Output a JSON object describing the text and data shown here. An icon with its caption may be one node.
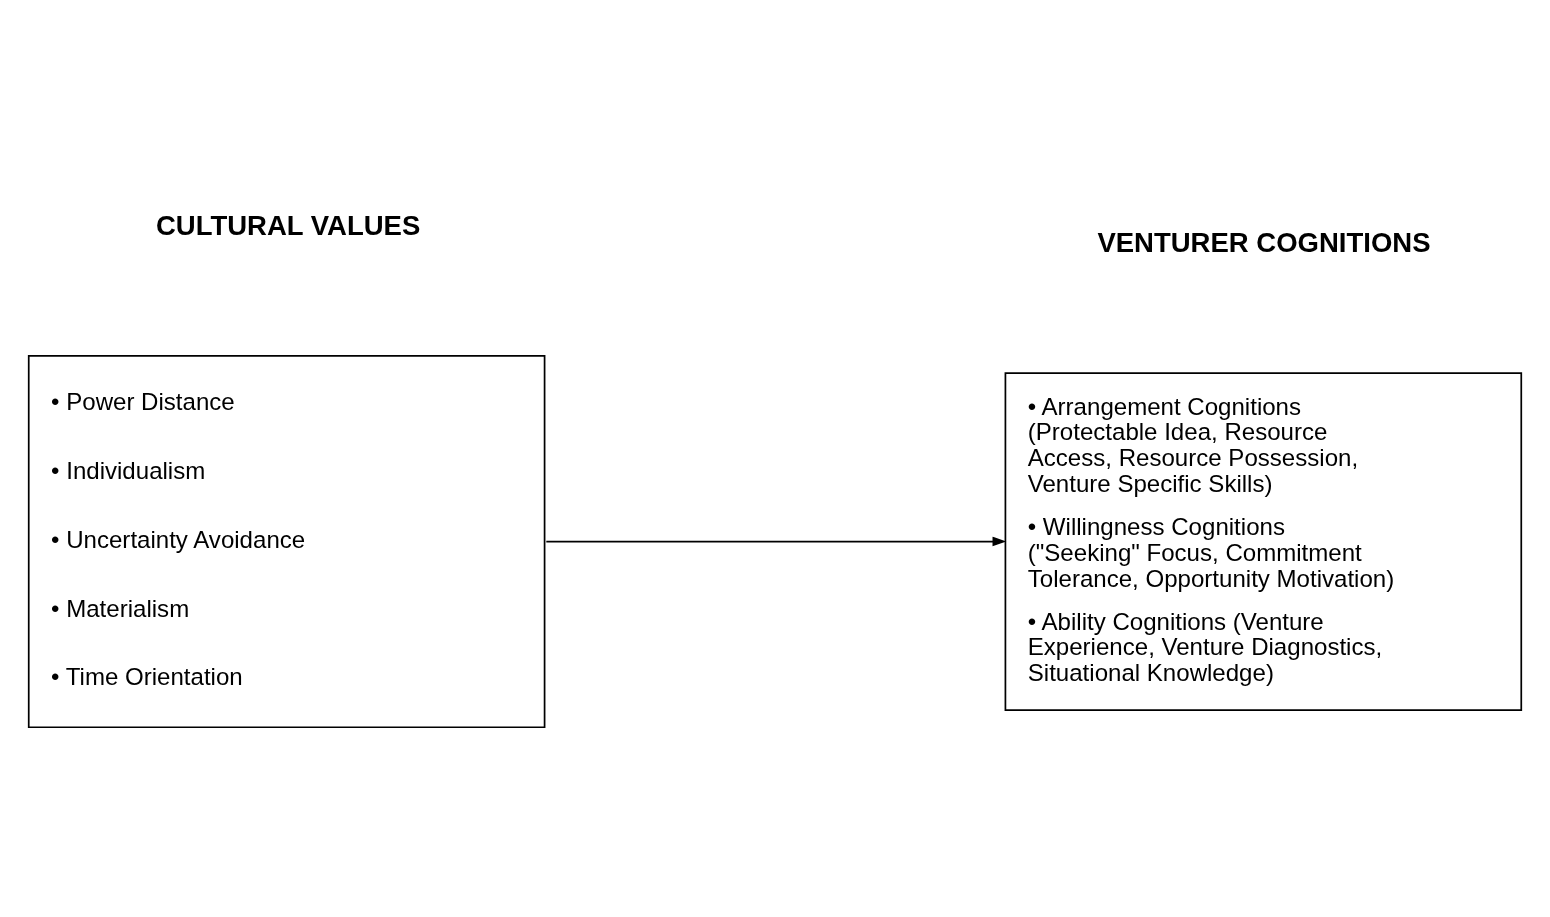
{
  "diagram": {
    "nodes": [
      {
        "text": [
          "CULTURAL VALUES",
          "• Power Distance",
          "• Individualism",
          "• Uncertainty Avoidance",
          "• Materialism",
          "• Time Orientation"
        ]
      },
      {
        "text": [
          "VENTURER COGNITIONS",
          "• Arrangement Cognitions (Protectable Idea, Resource Access, Resource Possession, Venture Specific Skills)",
          "• Willingness Cognitions (\"Seeking\" Focus, Commitment Tolerance, Opportunity Motivation)",
          "• Ability Cognitions (Venture Experience, Venture Diagnostics, Situational Knowledge)"
        ]
      }
    ],
    "edges": [
      {
        "from": 0,
        "to": 1,
        "arrow": "to"
      }
    ]
  }
}
